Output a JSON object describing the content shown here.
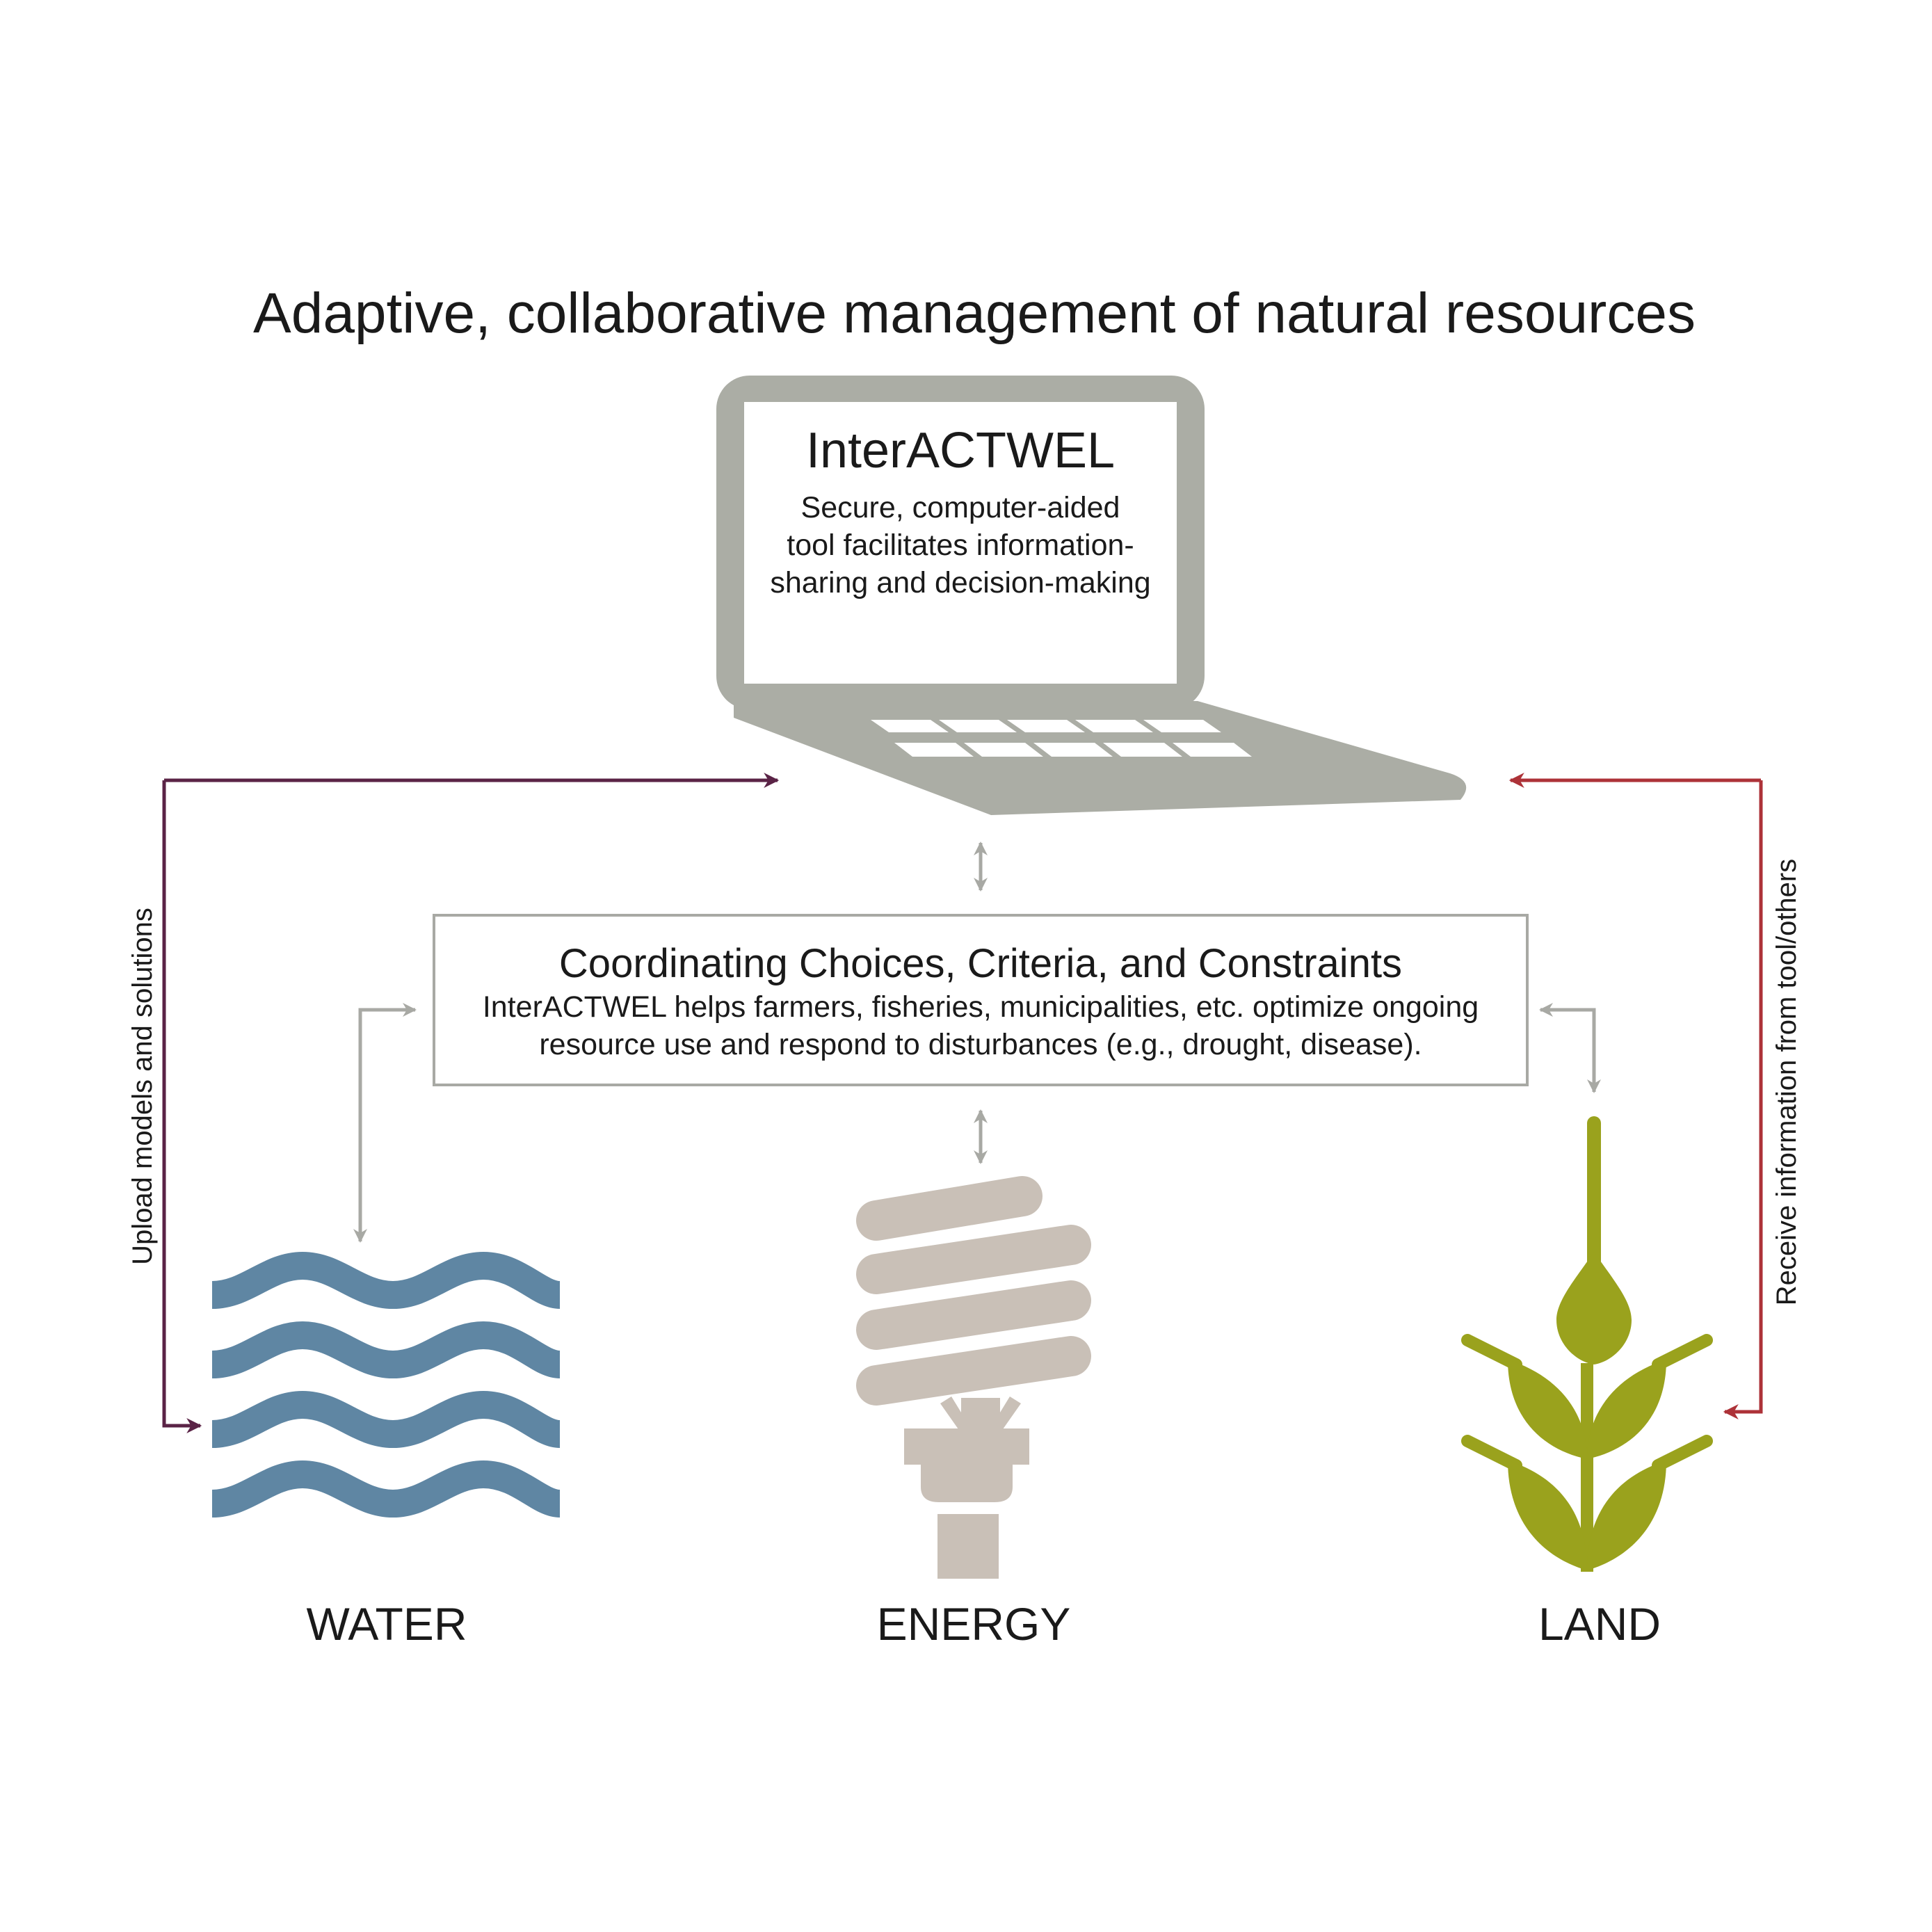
{
  "title": "Adaptive, collaborative management of natural resources",
  "tool": {
    "name": "InterACTWEL",
    "description_lines": [
      "Secure, computer-aided",
      "tool facilitates information-",
      "sharing and decision-making"
    ]
  },
  "coordination": {
    "title": "Coordinating Choices, Criteria, and Constraints",
    "description_lines": [
      "InterACTWEL helps farmers, fisheries, municipalities, etc. optimize ongoing",
      "resource use and respond to disturbances (e.g., drought, disease)."
    ]
  },
  "resources": {
    "water": "WATER",
    "energy": "ENERGY",
    "land": "LAND"
  },
  "flows": {
    "upload": "Upload models and solutions",
    "receive": "Receive information from tool/others"
  },
  "colors": {
    "laptop": "#abada5",
    "water": "#5f86a3",
    "energy": "#c9c0b7",
    "land": "#9aa21d",
    "upload_arrow": "#5a2346",
    "receive_arrow": "#ad3238",
    "connector_arrow": "#a8a9a4",
    "box_border": "#a8a9a4"
  },
  "icons": {
    "tool": "laptop-icon",
    "water": "waves-icon",
    "energy": "light-bulb-icon",
    "land": "wheat-icon"
  }
}
